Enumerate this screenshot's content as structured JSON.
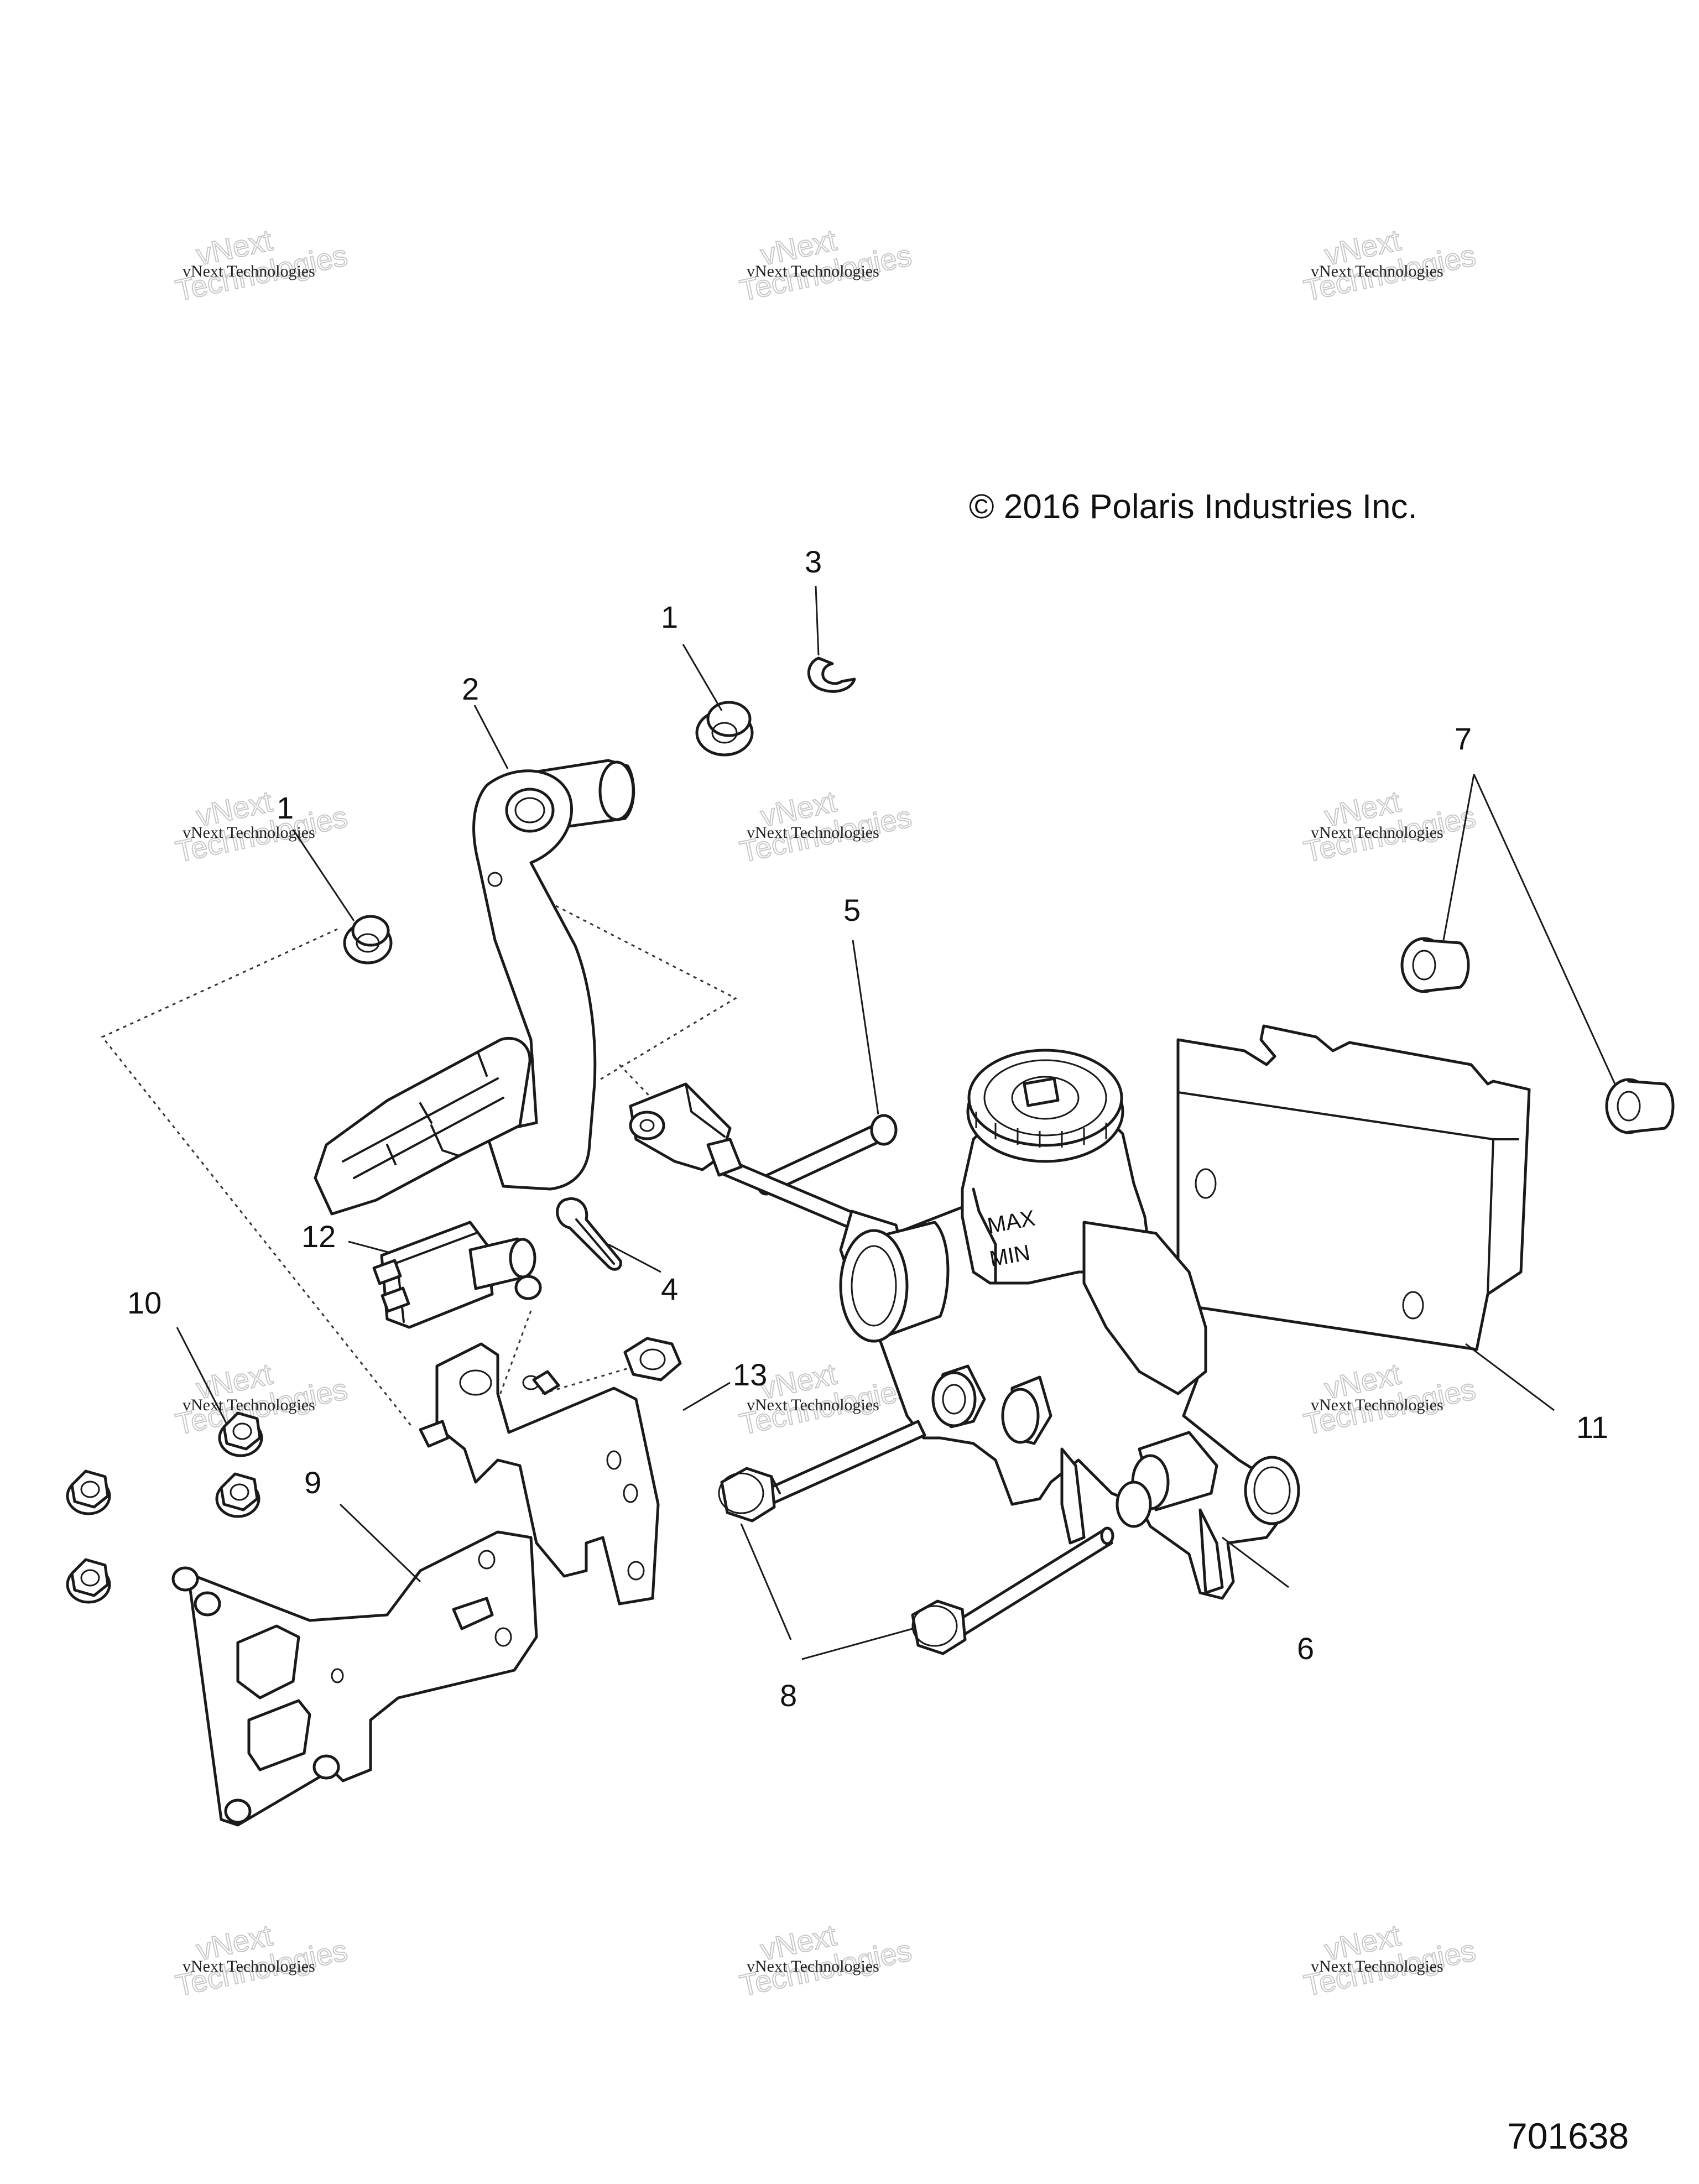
{
  "copyright": "© 2016 Polaris Industries Inc.",
  "drawing_number": "701638",
  "watermark": {
    "line1": "vNext Technologies",
    "line2": "vNext",
    "line3": "Technologies"
  },
  "callouts": [
    {
      "id": "c1a",
      "label": "1"
    },
    {
      "id": "c1b",
      "label": "1"
    },
    {
      "id": "c2",
      "label": "2"
    },
    {
      "id": "c3",
      "label": "3"
    },
    {
      "id": "c4",
      "label": "4"
    },
    {
      "id": "c5",
      "label": "5"
    },
    {
      "id": "c6",
      "label": "6"
    },
    {
      "id": "c7",
      "label": "7"
    },
    {
      "id": "c8",
      "label": "8"
    },
    {
      "id": "c9",
      "label": "9"
    },
    {
      "id": "c10",
      "label": "10"
    },
    {
      "id": "c11",
      "label": "11"
    },
    {
      "id": "c12",
      "label": "12"
    },
    {
      "id": "c13",
      "label": "13"
    }
  ],
  "reservoir_text": {
    "max": "MAX",
    "min": "MIN"
  }
}
